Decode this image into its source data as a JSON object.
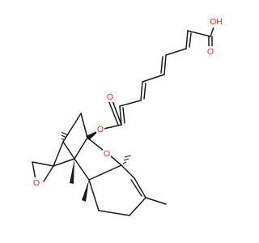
{
  "atoms": {
    "oh_label": "OH",
    "acid_carbonyl_o": "O",
    "ester_carbonyl_o": "O",
    "ester_o": "O",
    "ring_o": "O",
    "epoxide_o": "O"
  },
  "colors": {
    "oxygen": "#e0301e",
    "bond": "#1a1a1a",
    "background": "#ffffff"
  }
}
